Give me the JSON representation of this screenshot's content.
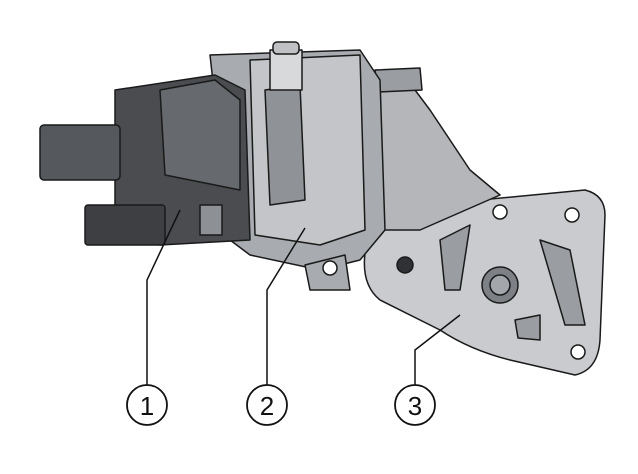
{
  "callouts": [
    {
      "label": "1"
    },
    {
      "label": "2"
    },
    {
      "label": "3"
    }
  ],
  "colors": {
    "dark_body": "#4a4c50",
    "mid_body": "#8d9095",
    "light_body": "#c9cbce",
    "outline": "#1a1a1a"
  }
}
